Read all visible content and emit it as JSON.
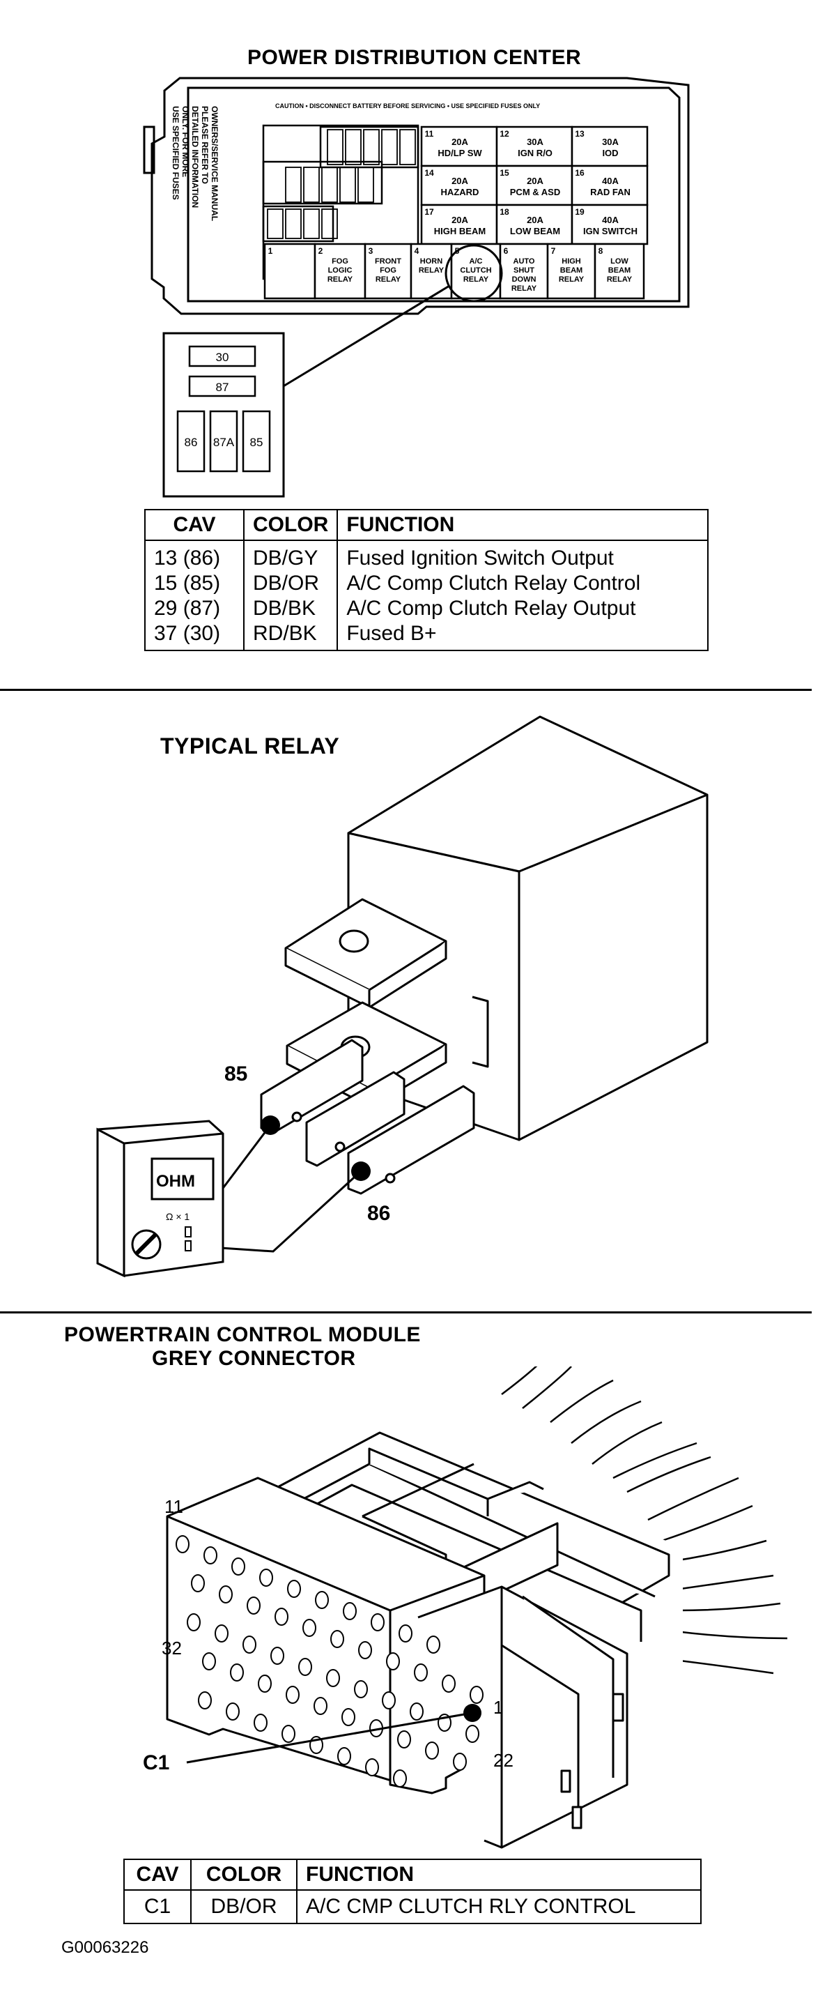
{
  "pdc": {
    "title": "POWER DISTRIBUTION CENTER",
    "caution": "CAUTION • DISCONNECT BATTERY BEFORE SERVICING • USE SPECIFIED FUSES ONLY",
    "side_note": [
      "USE SPECIFIED FUSES",
      "ONLY. FOR MORE",
      "DETAILED INFORMATION",
      "PLEASE REFER TO",
      "OWNERS/SERVICE MANUAL"
    ],
    "fuses": [
      {
        "num": "11",
        "amp": "20A",
        "label": "HD/LP SW"
      },
      {
        "num": "12",
        "amp": "30A",
        "label": "IGN R/O"
      },
      {
        "num": "13",
        "amp": "30A",
        "label": "IOD"
      },
      {
        "num": "14",
        "amp": "20A",
        "label": "HAZARD"
      },
      {
        "num": "15",
        "amp": "20A",
        "label": "PCM & ASD"
      },
      {
        "num": "16",
        "amp": "40A",
        "label": "RAD FAN"
      },
      {
        "num": "17",
        "amp": "20A",
        "label": "HIGH BEAM"
      },
      {
        "num": "18",
        "amp": "20A",
        "label": "LOW BEAM"
      },
      {
        "num": "19",
        "amp": "40A",
        "label": "IGN SWITCH"
      }
    ],
    "relays": [
      {
        "num": "1",
        "label": ""
      },
      {
        "num": "2",
        "label": "FOG LOGIC RELAY"
      },
      {
        "num": "3",
        "label": "FRONT FOG RELAY"
      },
      {
        "num": "4",
        "label": "HORN RELAY"
      },
      {
        "num": "5",
        "label": "A/C CLUTCH RELAY"
      },
      {
        "num": "6",
        "label": "AUTO SHUT DOWN RELAY"
      },
      {
        "num": "7",
        "label": "HIGH BEAM RELAY"
      },
      {
        "num": "8",
        "label": "LOW BEAM RELAY"
      }
    ],
    "pins": {
      "p30": "30",
      "p87": "87",
      "p86": "86",
      "p87a": "87A",
      "p85": "85"
    }
  },
  "table1": {
    "headers": [
      "CAV",
      "COLOR",
      "FUNCTION"
    ],
    "rows": [
      [
        "13 (86)",
        "DB/GY",
        "Fused Ignition Switch Output"
      ],
      [
        "15 (85)",
        "DB/OR",
        "A/C Comp Clutch Relay Control"
      ],
      [
        "29 (87)",
        "DB/BK",
        "A/C Comp Clutch Relay Output"
      ],
      [
        "37 (30)",
        "RD/BK",
        "Fused B+"
      ]
    ]
  },
  "relay": {
    "title": "TYPICAL RELAY",
    "label_85": "85",
    "label_86": "86",
    "meter_display": "OHM",
    "meter_range": "Ω × 1"
  },
  "pcm": {
    "title_line1": "POWERTRAIN CONTROL MODULE",
    "title_line2": "GREY CONNECTOR",
    "cav_11": "11",
    "cav_32": "32",
    "cav_1": "1",
    "cav_22": "22",
    "c1_label": "C1"
  },
  "table2": {
    "headers": [
      "CAV",
      "COLOR",
      "FUNCTION"
    ],
    "rows": [
      [
        "C1",
        "DB/OR",
        "A/C CMP CLUTCH RLY CONTROL"
      ]
    ]
  },
  "figure_id": "G00063226"
}
